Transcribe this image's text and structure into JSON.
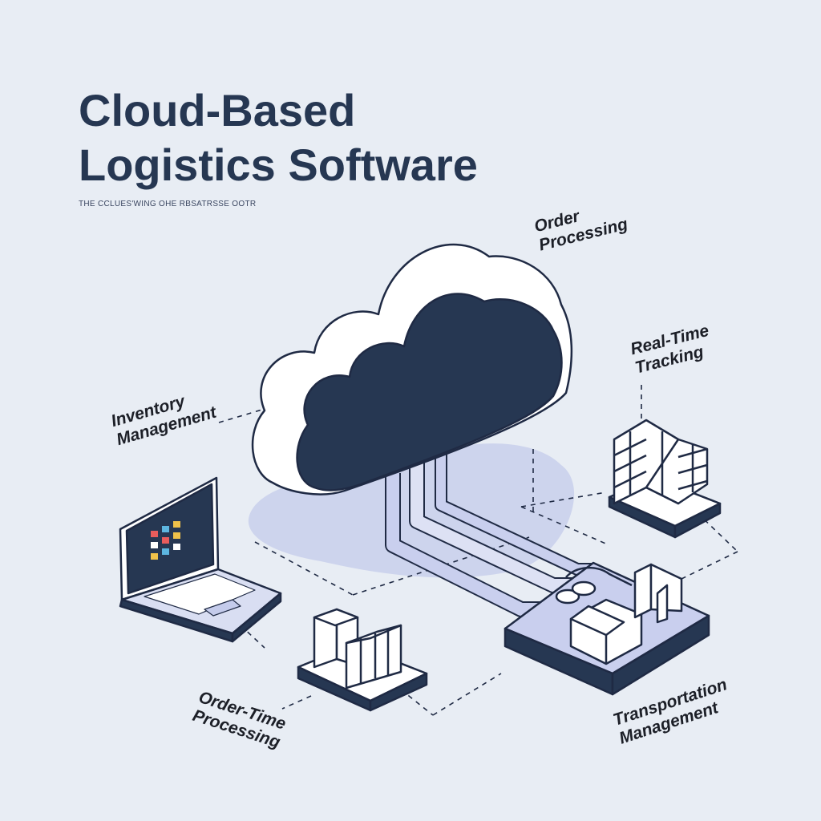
{
  "title": {
    "line1": "Cloud-Based",
    "line2": "Logistics Software"
  },
  "subtitle": "THE CCLUES'WING OHE RBSATRSSE OOTR",
  "labels": {
    "order_processing": {
      "line1": "Order",
      "line2": "Processing"
    },
    "real_time_tracking": {
      "line1": "Real-Time",
      "line2": "Tracking"
    },
    "inventory_management": {
      "line1": "Inventory",
      "line2": "Management"
    },
    "order_time_processing": {
      "line1": "Order-Time",
      "line2": "Processing"
    },
    "transportation_management": {
      "line1": "Transportation",
      "line2": "Management"
    }
  },
  "colors": {
    "background": "#e8edf4",
    "navy": "#263752",
    "outline": "#1f2a44",
    "lavender": "#c4cbeb",
    "light_lavender": "#d9def2",
    "white": "#ffffff"
  },
  "icons": [
    "cloud-icon",
    "laptop-icon",
    "package-stack-icon",
    "container-stack-icon",
    "warehouse-icon"
  ]
}
